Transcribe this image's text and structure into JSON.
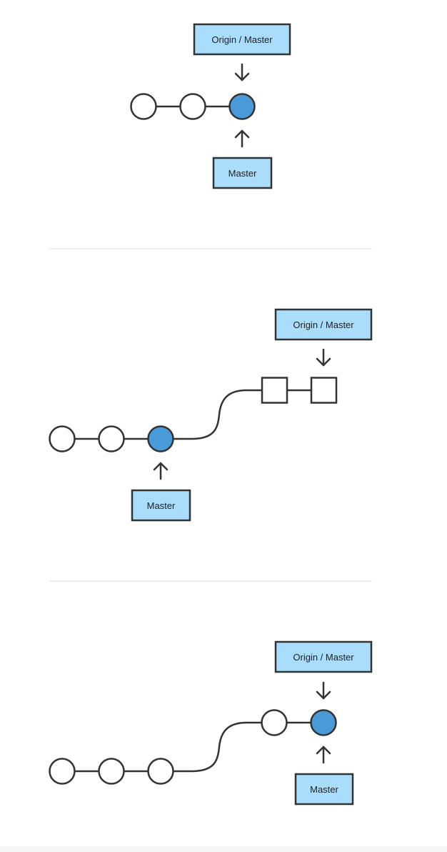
{
  "diagrams": [
    {
      "id": "state-1",
      "remote_label": "Origin / Master",
      "local_label": "Master",
      "commits": [
        {
          "shape": "circle",
          "highlighted": false
        },
        {
          "shape": "circle",
          "highlighted": false
        },
        {
          "shape": "circle",
          "highlighted": true
        }
      ],
      "remote_commits": []
    },
    {
      "id": "state-2",
      "remote_label": "Origin / Master",
      "local_label": "Master",
      "commits": [
        {
          "shape": "circle",
          "highlighted": false
        },
        {
          "shape": "circle",
          "highlighted": false
        },
        {
          "shape": "circle",
          "highlighted": true
        }
      ],
      "remote_commits": [
        {
          "shape": "square",
          "highlighted": false
        },
        {
          "shape": "square",
          "highlighted": false
        }
      ]
    },
    {
      "id": "state-3",
      "remote_label": "Origin / Master",
      "local_label": "Master",
      "commits": [
        {
          "shape": "circle",
          "highlighted": false
        },
        {
          "shape": "circle",
          "highlighted": false
        },
        {
          "shape": "circle",
          "highlighted": false
        }
      ],
      "remote_commits": [
        {
          "shape": "circle",
          "highlighted": false
        },
        {
          "shape": "circle",
          "highlighted": true
        }
      ]
    }
  ],
  "colors": {
    "stroke": "#333333",
    "highlight": "#4a9ad8",
    "label_fill": "#a9ddfb",
    "divider": "#dddddd",
    "bottom_strip": "#f5f5f5"
  }
}
